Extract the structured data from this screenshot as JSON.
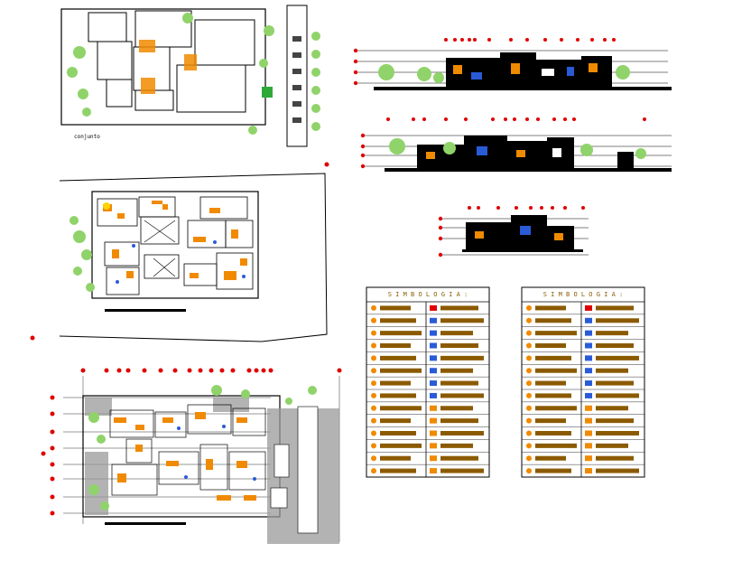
{
  "site_plan": {
    "label": "conjunto"
  },
  "legend_tables": [
    {
      "title": "S I M B O L O G I A :"
    },
    {
      "title": "S I M B O L O G I A :"
    }
  ],
  "colors": {
    "line": "#000000",
    "accent_orange": "#f08a00",
    "text_brown": "#8b5a00",
    "marker_red": "#e00000",
    "tree_green": "#8fd36a",
    "hatch_gray": "#777777",
    "furniture_blue": "#2a5bd7"
  }
}
